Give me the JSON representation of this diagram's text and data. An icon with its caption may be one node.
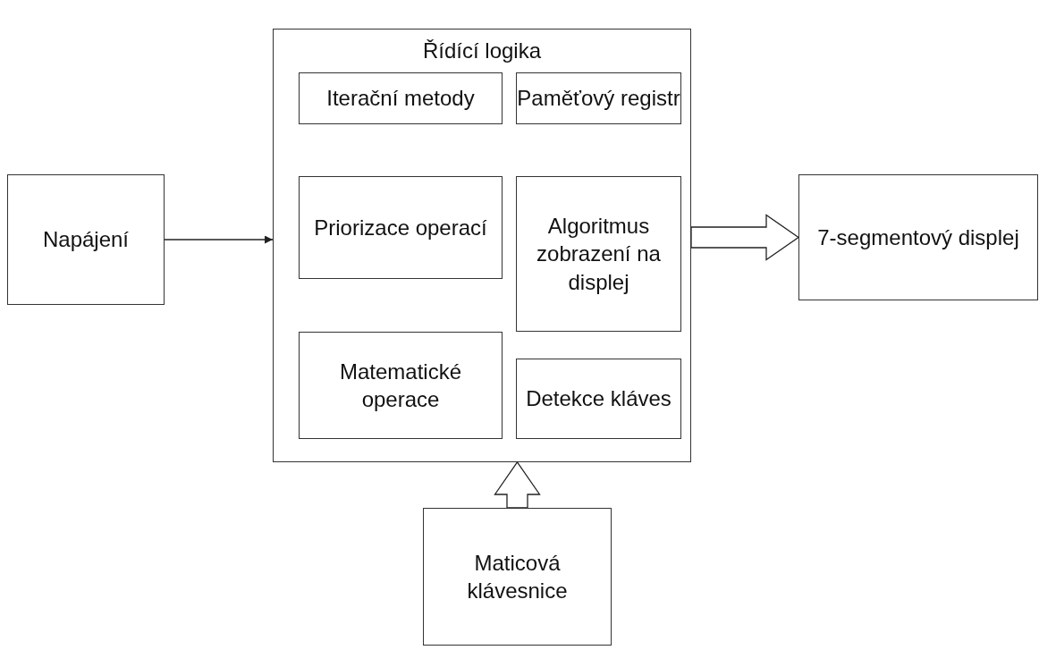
{
  "diagram": {
    "nodes": [
      {
        "text": [
          "Napájení"
        ]
      },
      {
        "text": [
          "Řídící logika"
        ]
      },
      {
        "text": [
          "Iterační metody"
        ],
        "in": 1
      },
      {
        "text": [
          "Paměťový registr"
        ],
        "in": 1
      },
      {
        "text": [
          "Priorizace operací"
        ],
        "in": 1
      },
      {
        "text": [
          "Algoritmus zobrazení na displej"
        ],
        "in": 1
      },
      {
        "text": [
          "Matematické operace"
        ],
        "in": 1
      },
      {
        "text": [
          "Detekce kláves"
        ],
        "in": 1
      },
      {
        "text": [
          "7-segmentový displej"
        ]
      },
      {
        "text": [
          "Maticová klávesnice"
        ]
      }
    ],
    "edges": [
      {
        "from": 0,
        "to": 1,
        "arrow": "to"
      },
      {
        "from": 1,
        "to": 8,
        "arrow": "to",
        "style": "thick"
      },
      {
        "from": 9,
        "to": 1,
        "arrow": "to",
        "style": "thick"
      }
    ]
  }
}
